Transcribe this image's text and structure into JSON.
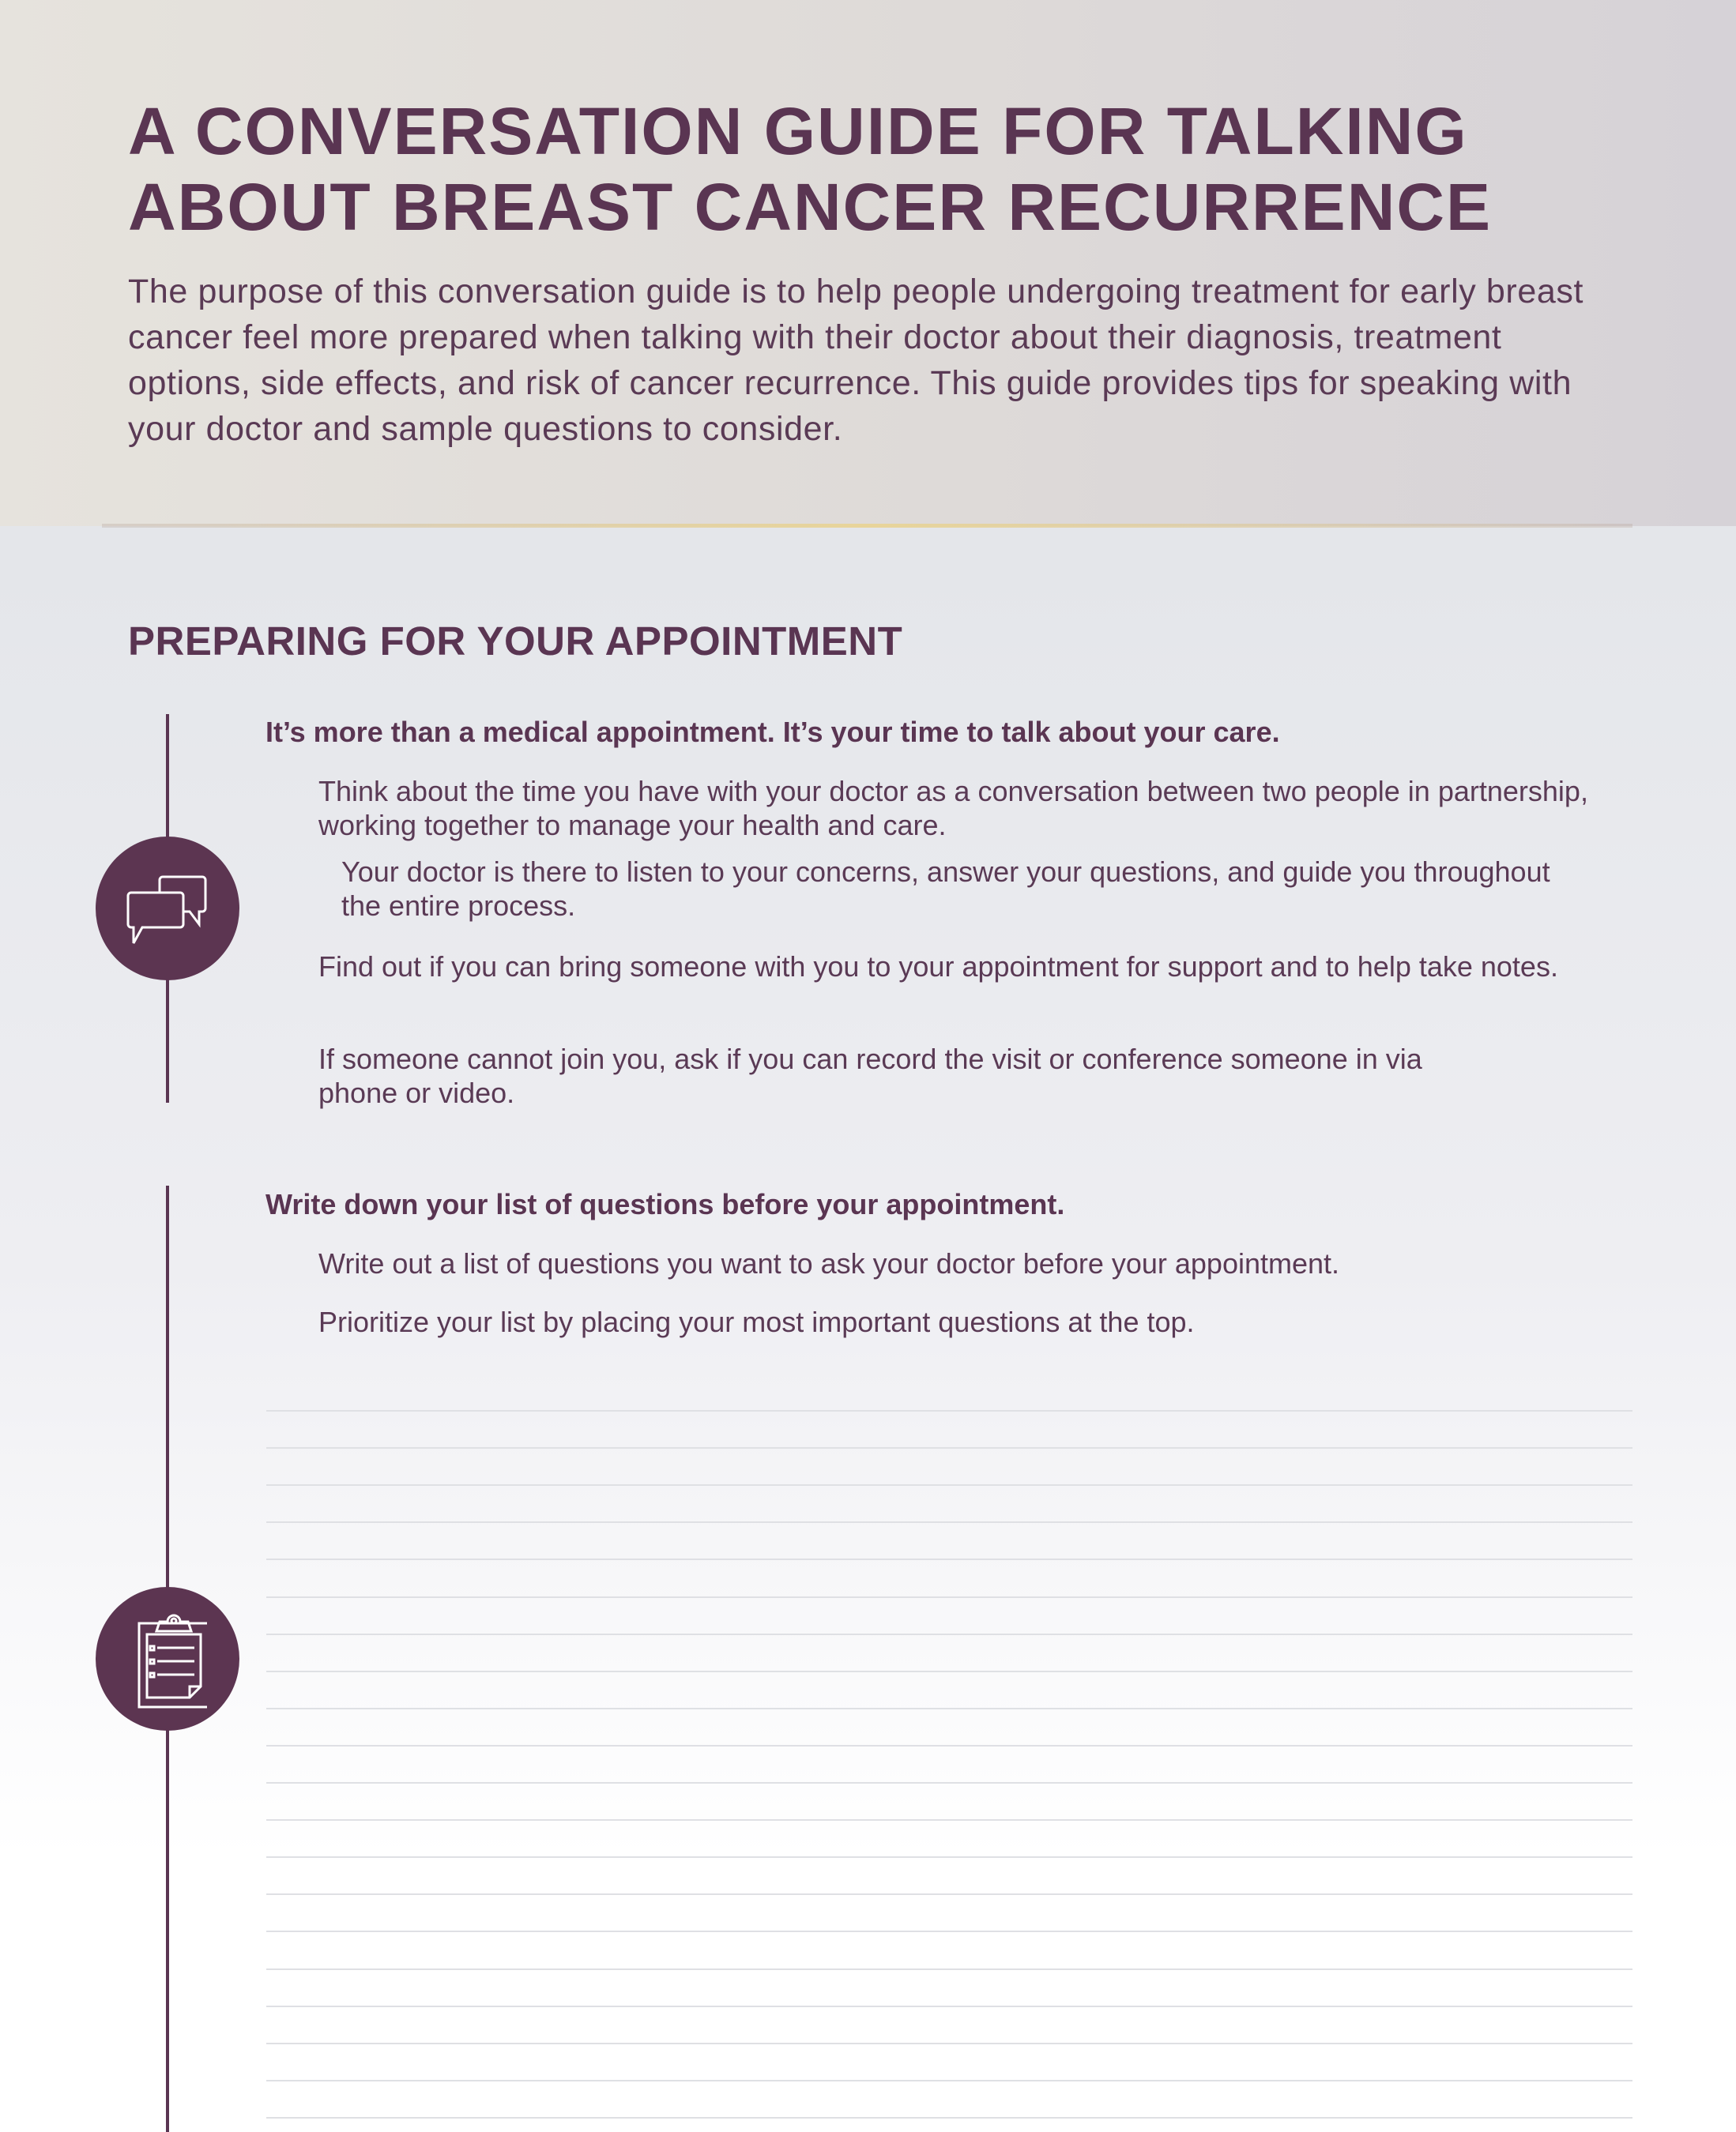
{
  "header": {
    "title_line1": "A CONVERSATION GUIDE FOR TALKING",
    "title_line2": "ABOUT BREAST CANCER RECURRENCE",
    "intro": "The purpose of this conversation guide is to help people undergoing treatment for early breast cancer feel more prepared when talking with their doctor about their diagnosis, treatment options, side effects, and risk of cancer recurrence. This guide provides tips for speaking with your doctor and sample questions to consider."
  },
  "section": {
    "title": "PREPARING FOR YOUR APPOINTMENT",
    "blocks": [
      {
        "icon": "speech-bubbles-icon",
        "heading": "It’s more than a medical appointment. It’s your time to talk about your care.",
        "items": [
          "Think about the time you have with your doctor as a conversation between two people in partnership, working together to manage your health and care.",
          "Your doctor is there to listen to your concerns, answer your questions, and guide you throughout the entire process.",
          "Find out if you can bring someone with you to your appointment for support and to help take notes.",
          "If someone cannot join you, ask if you can record the visit or conference someone in via phone or video."
        ]
      },
      {
        "icon": "clipboard-checklist-icon",
        "heading": "Write down your list of questions before your appointment.",
        "items": [
          "Write out a list of questions you want to ask your doctor before your appointment.",
          "Prioritize your list by placing your most important questions at the top."
        ]
      }
    ]
  },
  "colors": {
    "accent": "#5c3551",
    "gold": "#e8d49a"
  }
}
